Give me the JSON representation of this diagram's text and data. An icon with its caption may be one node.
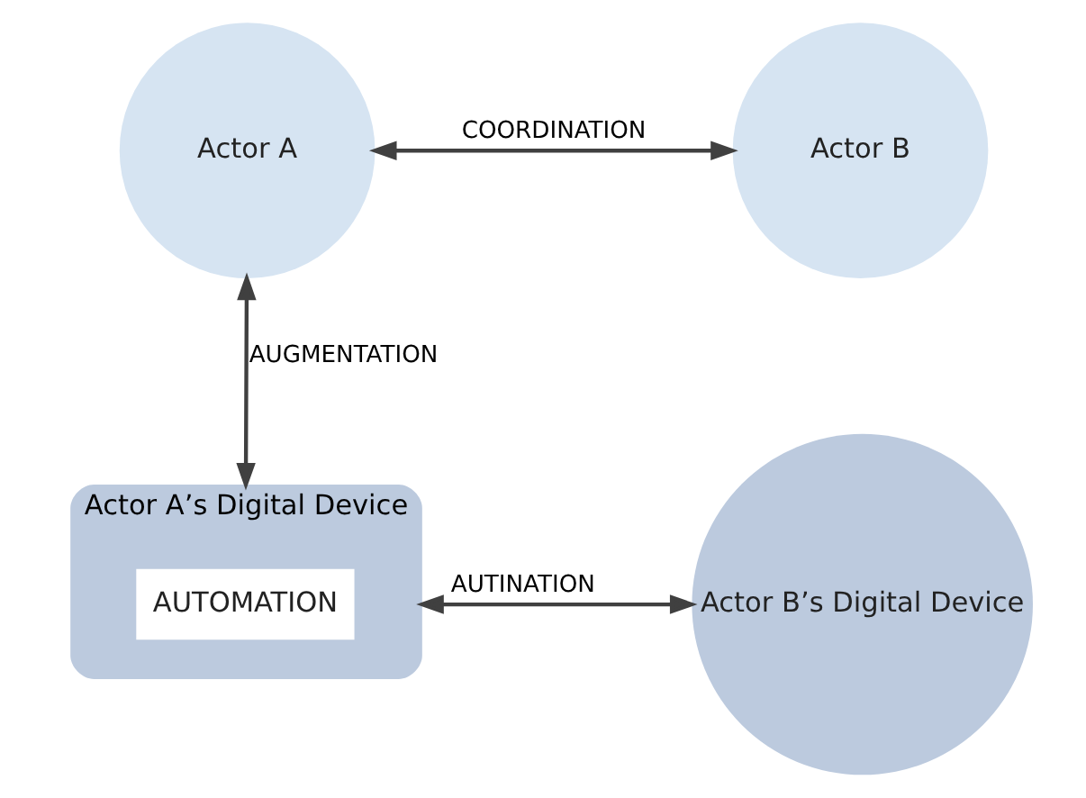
{
  "diagram": {
    "nodes": [
      {
        "text": [
          "Actor A"
        ]
      },
      {
        "text": [
          "Actor B"
        ]
      },
      {
        "text": [
          "Actor A’s Digital Device"
        ]
      },
      {
        "text": [
          "Actor B’s Digital Device"
        ]
      },
      {
        "text": [
          "AUTOMATION"
        ],
        "in": 2
      }
    ],
    "edges": [
      {
        "from": 0,
        "to": 2,
        "arrow": "both",
        "label": "AUGMENTATION"
      },
      {
        "from": 0,
        "to": 1,
        "arrow": "both",
        "label": "COORDINATION"
      },
      {
        "from": 2,
        "to": 3,
        "arrow": "both",
        "label": "AUTINATION"
      }
    ]
  }
}
